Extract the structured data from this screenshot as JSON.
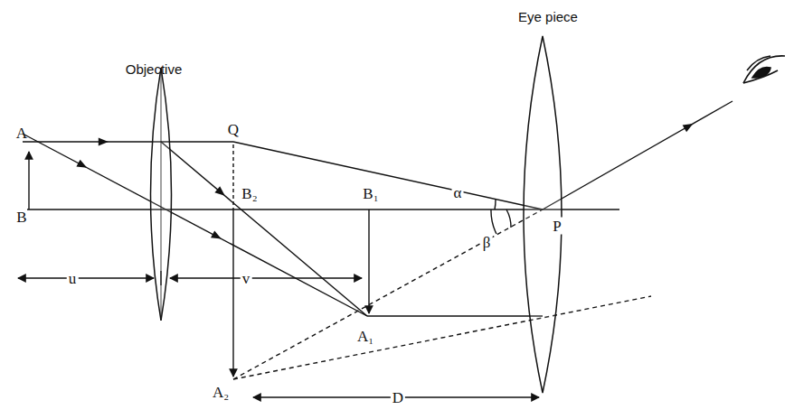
{
  "diagram": {
    "labels": [
      "Objective",
      "Eye piece",
      "A",
      "B",
      "Q",
      "B₂",
      "B₁",
      "α",
      "β",
      "P",
      "u",
      "v",
      "A₁",
      "A₂",
      "D"
    ]
  }
}
